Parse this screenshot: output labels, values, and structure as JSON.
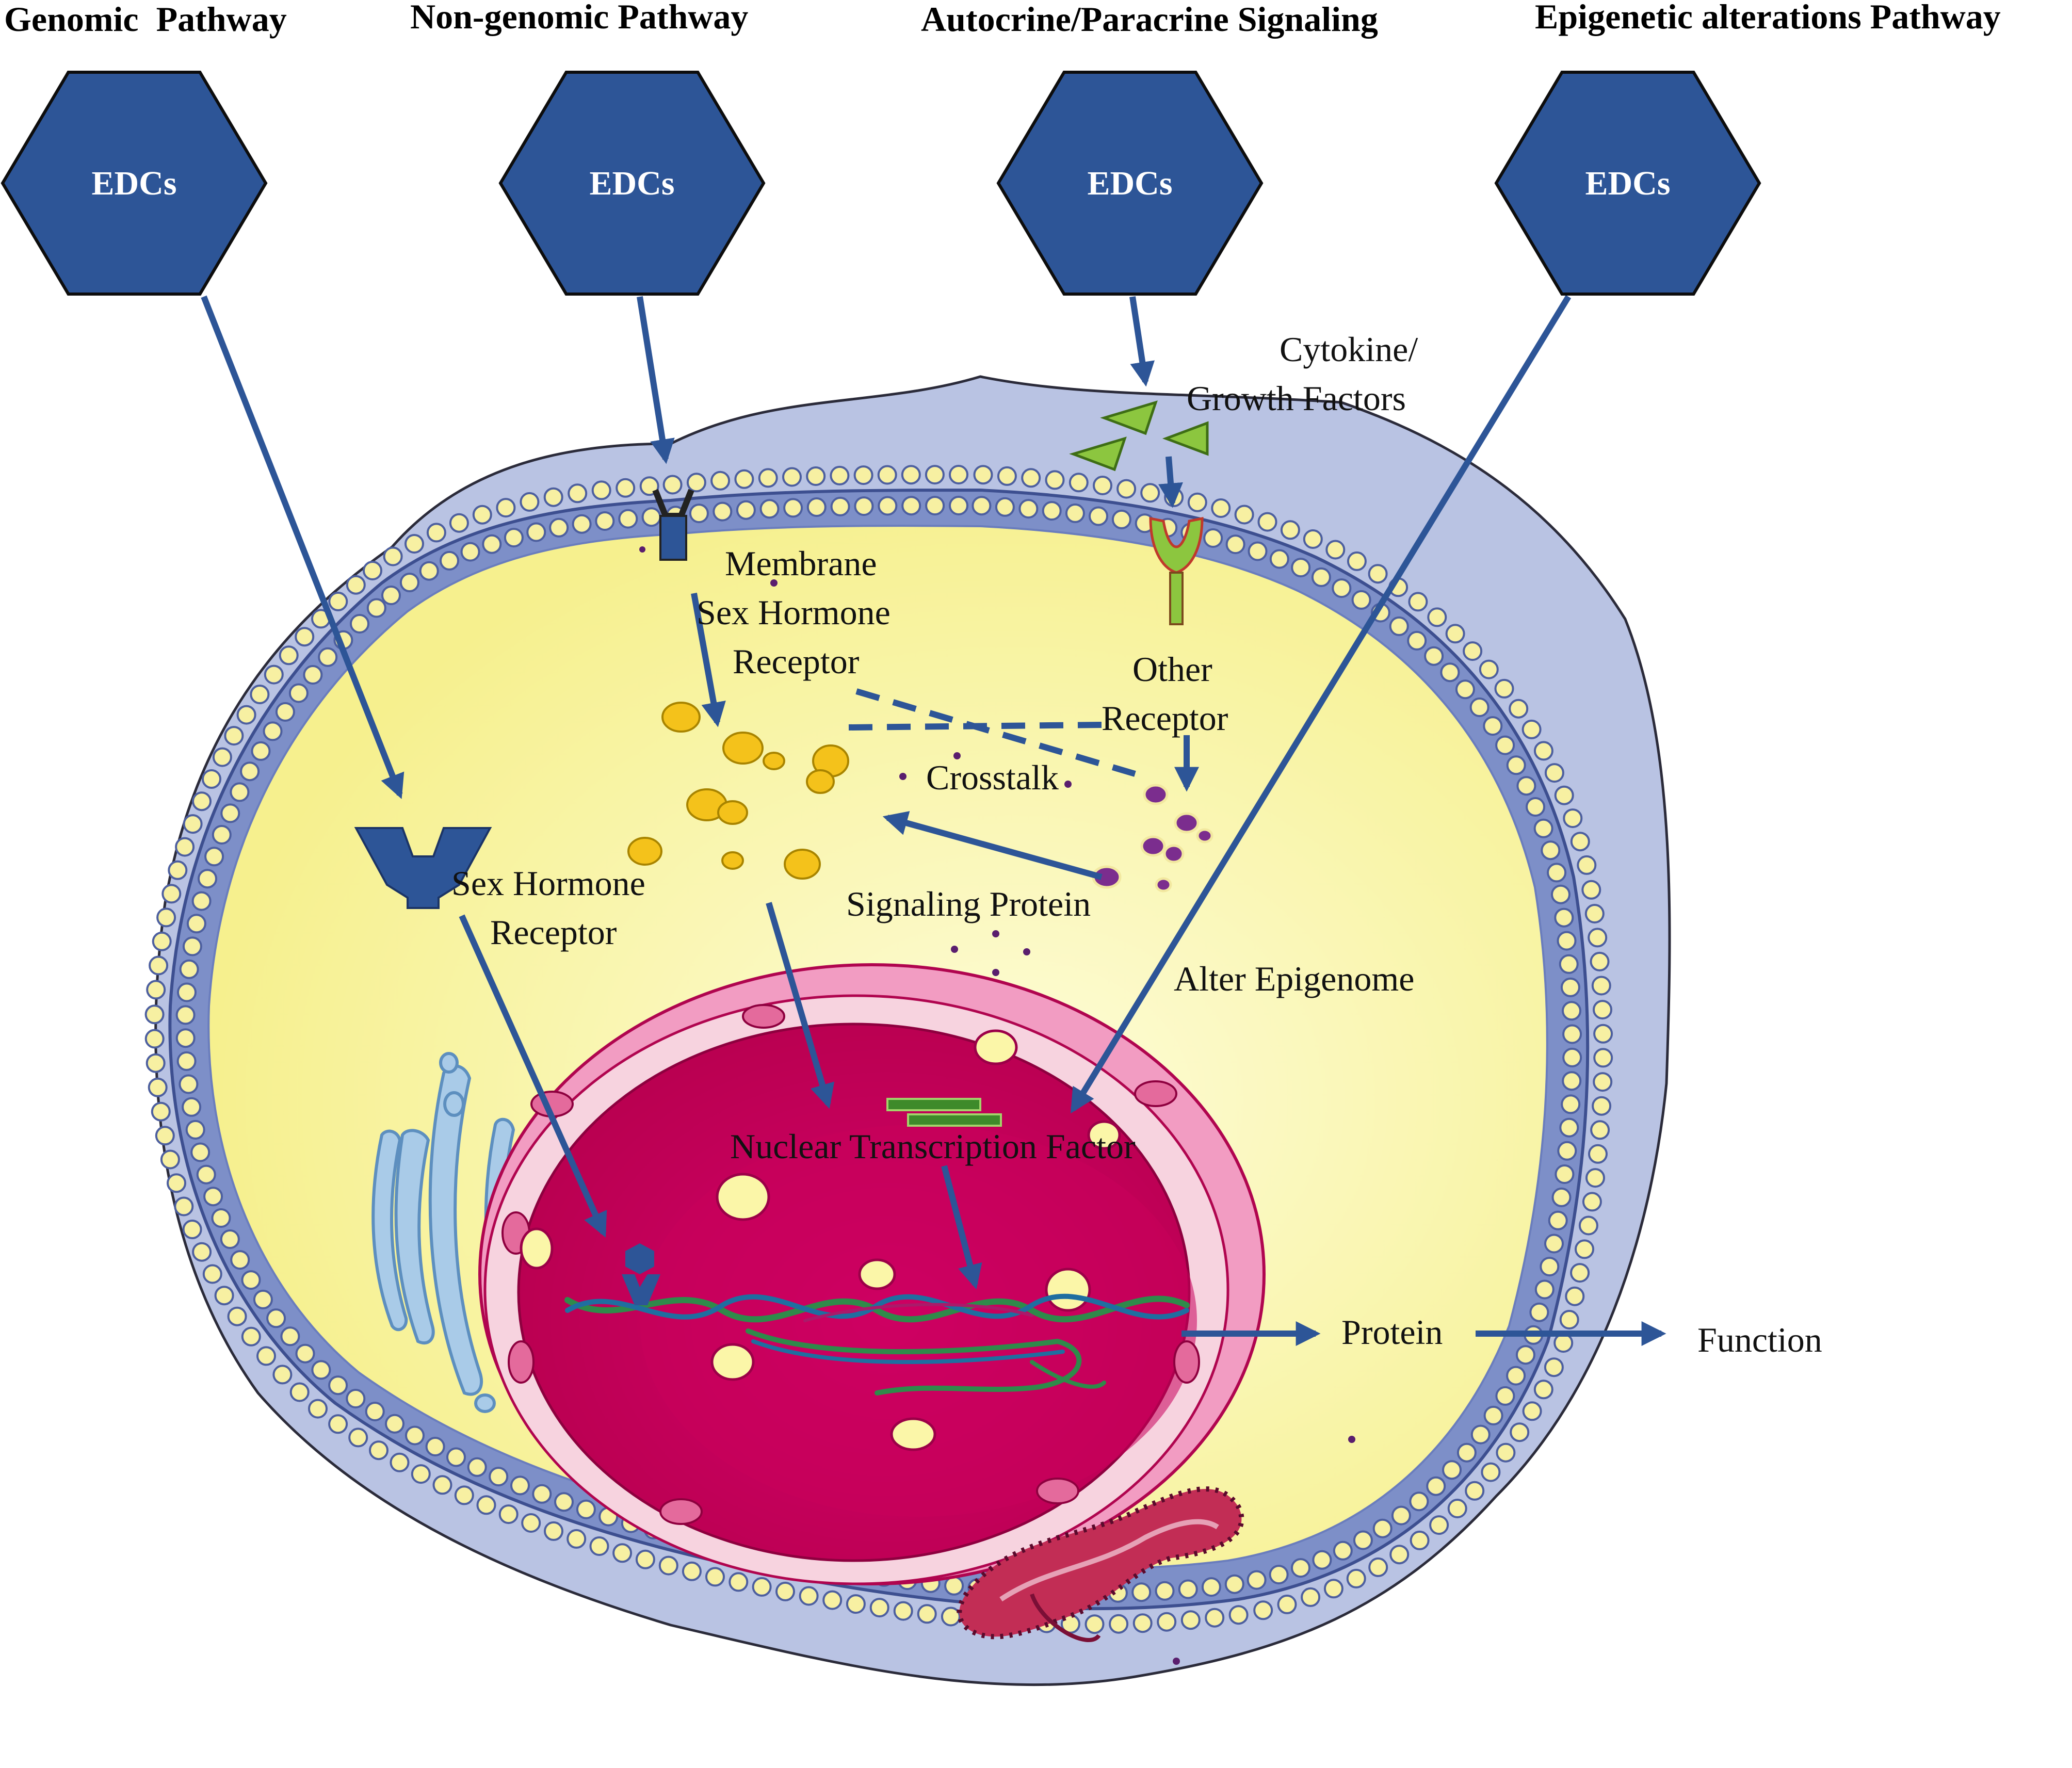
{
  "pathways": [
    {
      "title": "Genomic  Pathway",
      "edc": "EDCs"
    },
    {
      "title": "Non-genomic Pathway",
      "edc": "EDCs"
    },
    {
      "title": "Autocrine/Paracrine Signaling",
      "edc": "EDCs"
    },
    {
      "title": "Epigenetic alterations Pathway",
      "edc": "EDCs"
    }
  ],
  "labels": {
    "cytokine_1": "Cytokine/",
    "cytokine_2": "Growth Factors",
    "membrane_1": "Membrane",
    "membrane_2": "Sex Hormone",
    "membrane_3": "Receptor",
    "other_1": "Other",
    "other_2": "Receptor",
    "crosstalk": "Crosstalk",
    "signaling_protein": "Signaling Protein",
    "sex_hormone_1": "Sex Hormone",
    "sex_hormone_2": "Receptor",
    "alter_epigenome": "Alter Epigenome",
    "nuclear_tf": "Nuclear Transcription Factor",
    "protein": "Protein",
    "function": "Function"
  },
  "colors": {
    "edc_hexagon": "#2d5597",
    "arrow": "#2d5597",
    "cytoplasm": "#fbf8a8",
    "membrane_outer": "#b9c3e3",
    "membrane_bead": "#f7f0a2",
    "nucleus": "#c0005b",
    "nuclear_envelope": "#f5c7d6",
    "growth_factor": "#8cc63f",
    "vesicle": "#f4c21b"
  }
}
